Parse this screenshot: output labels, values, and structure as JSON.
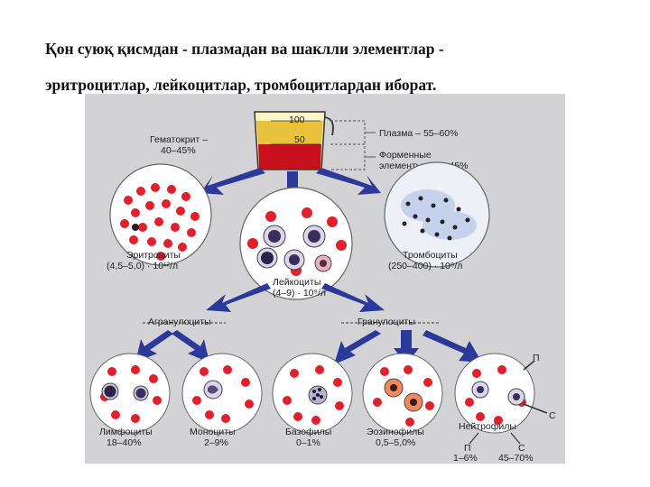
{
  "heading": {
    "line1": "Қон суюқ қисмдан - плазмадан ва шаклли элементлар -",
    "line2": "эритроцитлар, лейкоцитлар, тромбоцитлардан иборат."
  },
  "beaker": {
    "mark_top": "100",
    "mark_mid": "50",
    "hematocrit": [
      "Гематокрит –",
      "40–45%"
    ],
    "plasma": "Плазма – 55–60%",
    "formed": [
      "Форменные",
      "элементы – 40–45%"
    ]
  },
  "cells": {
    "erythrocytes": [
      "Эритроциты",
      "(4,5–5,0) · 10¹²/л"
    ],
    "leukocytes": [
      "Лейкоциты",
      "(4–9) · 10⁹/л"
    ],
    "thrombocytes": [
      "Тромбоциты",
      "(250–400) · 10⁹/л"
    ],
    "agranulocytes": "Агранулоциты",
    "granulocytes": "Гранулоциты",
    "lymphocytes": [
      "Лимфоциты",
      "18–40%"
    ],
    "monocytes": [
      "Моноциты",
      "2–9%"
    ],
    "basophils": [
      "Базофилы",
      "0–1%"
    ],
    "eosinophils": [
      "Эозинофилы",
      "0,5–5,0%"
    ],
    "neutrophils": "Нейтрофилы",
    "neutro_p": "П",
    "neutro_c": "С",
    "neutro_p_pct": "1–6%",
    "neutro_c_pct": "45–70%"
  },
  "colors": {
    "plasma": "#e8c23a",
    "blood": "#c8101c",
    "arrow": "#2b3a9a"
  }
}
